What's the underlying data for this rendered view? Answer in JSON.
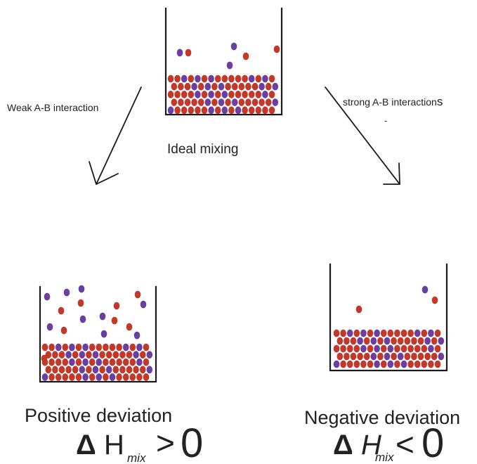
{
  "labels": {
    "top": "Ideal mixing",
    "left_arrow": "Weak A-B interaction",
    "right_arrow_main": "strong A-B interaction",
    "right_arrow_suffix": "s",
    "right_arrow_mark": "-",
    "bottom_left": "Positive deviation",
    "bottom_right": "Negative deviation"
  },
  "equations": {
    "positive": {
      "delta": "Δ",
      "symbol": "H",
      "subscript": "mix",
      "relation": ">",
      "value": "0"
    },
    "negative": {
      "delta": "Δ",
      "symbol": "H",
      "subscript": "mix",
      "relation": "<",
      "value": "0"
    }
  },
  "colors": {
    "molecule_a": "#6b3fa0",
    "molecule_b": "#c0392b",
    "outline": "#1a1a1a"
  },
  "containers": [
    {
      "id": "ideal-mixing",
      "vapor_particles": 6,
      "liquid_rows": 5
    },
    {
      "id": "positive-deviation",
      "vapor_particles": 17,
      "liquid_rows": 5
    },
    {
      "id": "negative-deviation",
      "vapor_particles": 3,
      "liquid_rows": 5
    }
  ]
}
